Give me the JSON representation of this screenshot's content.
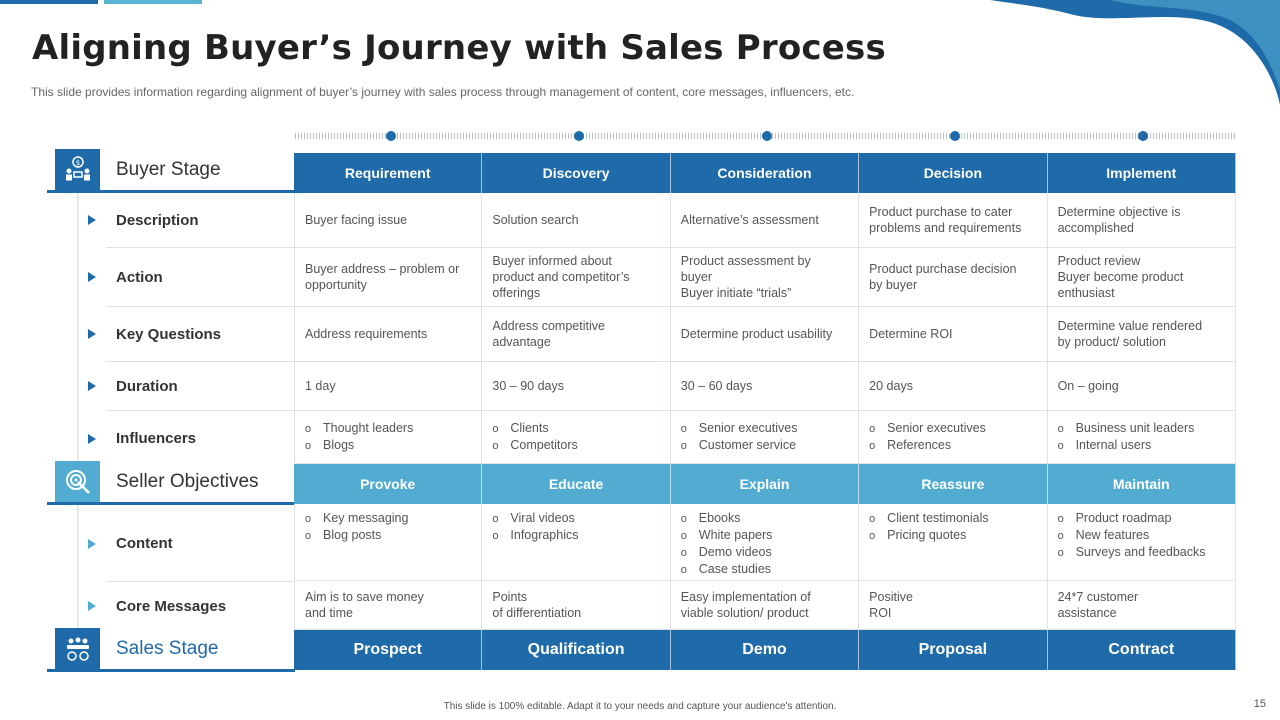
{
  "title": "Aligning Buyer’s Journey with Sales Process",
  "subtitle": "This slide provides information regarding alignment of buyer’s journey with sales process through management of content, core messages, influencers, etc.",
  "stages": {
    "buyer": "Buyer Stage",
    "seller": "Seller Objectives",
    "sales": "Sales Stage"
  },
  "buyer_headers": [
    "Requirement",
    "Discovery",
    "Consideration",
    "Decision",
    "Implement"
  ],
  "seller_headers": [
    "Provoke",
    "Educate",
    "Explain",
    "Reassure",
    "Maintain"
  ],
  "sales_headers": [
    "Prospect",
    "Qualification",
    "Demo",
    "Proposal",
    "Contract"
  ],
  "rows": {
    "description": {
      "label": "Description",
      "cells": [
        [
          "Buyer facing issue"
        ],
        [
          "Solution search"
        ],
        [
          "Alternative’s assessment"
        ],
        [
          "Product purchase to cater",
          "problems and requirements"
        ],
        [
          "Determine objective is",
          "accomplished"
        ]
      ]
    },
    "action": {
      "label": "Action",
      "cells": [
        [
          "Buyer address – problem or",
          "opportunity"
        ],
        [
          "Buyer informed  about",
          "product and competitor’s",
          "offerings"
        ],
        [
          "Product assessment by",
          "buyer",
          "Buyer initiate “trials”"
        ],
        [
          "Product purchase decision",
          "by buyer"
        ],
        [
          "Product review",
          "Buyer become product",
          "enthusiast"
        ]
      ]
    },
    "key_questions": {
      "label": "Key Questions",
      "cells": [
        [
          "Address requirements"
        ],
        [
          "Address competitive",
          "advantage"
        ],
        [
          "Determine product usability"
        ],
        [
          "Determine ROI"
        ],
        [
          "Determine value rendered",
          "by product/ solution"
        ]
      ]
    },
    "duration": {
      "label": "Duration",
      "cells": [
        [
          "1 day"
        ],
        [
          "30 – 90 days"
        ],
        [
          "30 – 60 days"
        ],
        [
          "20 days"
        ],
        [
          "On – going"
        ]
      ]
    },
    "influencers": {
      "label": "Influencers",
      "cells": [
        [
          "Thought leaders",
          "Blogs"
        ],
        [
          "Clients",
          "Competitors"
        ],
        [
          "Senior executives",
          "Customer service"
        ],
        [
          "Senior executives",
          "References"
        ],
        [
          "Business unit leaders",
          "Internal users"
        ]
      ]
    },
    "content": {
      "label": "Content",
      "cells": [
        [
          "Key messaging",
          "Blog posts"
        ],
        [
          "Viral videos",
          "Infographics"
        ],
        [
          "Ebooks",
          "White papers",
          "Demo videos",
          "Case studies"
        ],
        [
          "Client testimonials",
          "Pricing quotes"
        ],
        [
          "Product roadmap",
          "New features",
          "Surveys and feedbacks"
        ]
      ]
    },
    "core_messages": {
      "label": "Core Messages",
      "cells": [
        [
          "Aim is to save money",
          "and time"
        ],
        [
          "Points",
          "of differentiation"
        ],
        [
          "Easy implementation of",
          "viable solution/ product"
        ],
        [
          "Positive",
          "ROI"
        ],
        [
          "24*7 customer",
          " assistance"
        ]
      ]
    }
  },
  "footer": "This slide is 100% editable. Adapt it to your needs and capture your audience's attention.",
  "page_number": "15",
  "colors": {
    "dark_blue": "#1f6aa8",
    "light_blue": "#52acd2"
  },
  "icons": {
    "buyer": "buyer-group-icon",
    "seller": "target-icon",
    "sales": "team-icon"
  }
}
